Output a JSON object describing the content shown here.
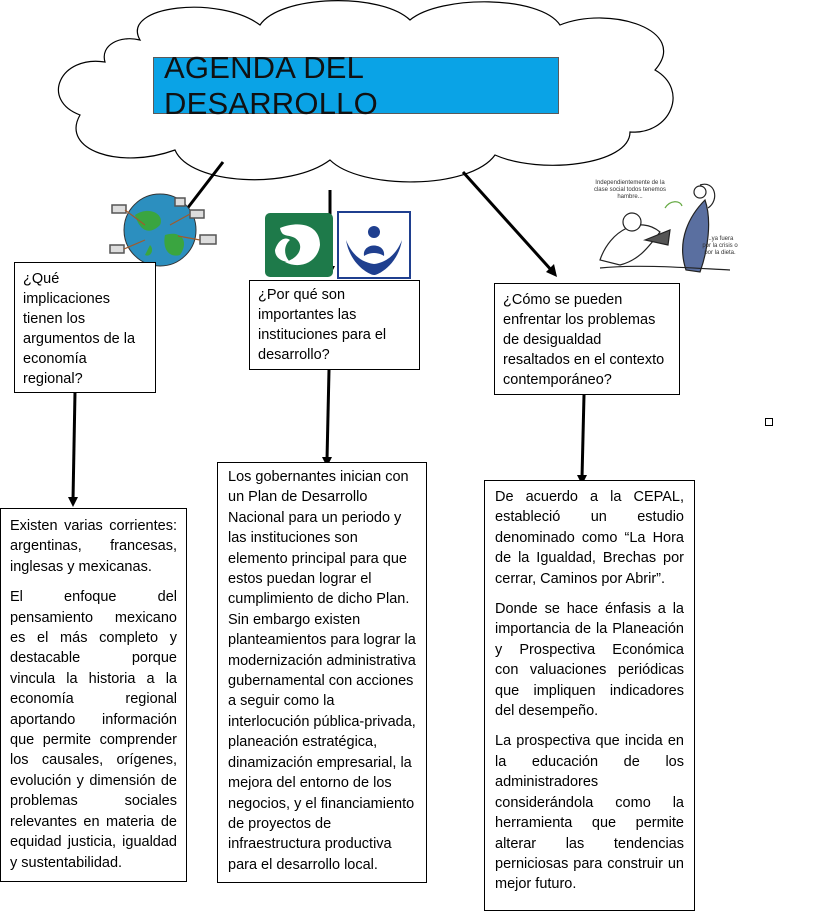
{
  "title": "AGENDA DEL DESARROLLO",
  "questions": {
    "q1": "¿Qué implicaciones tienen los argumentos de la economía regional?",
    "q2": "¿Por qué son importantes las instituciones para el desarrollo?",
    "q3": "¿Cómo se pueden enfrentar los problemas de desigualdad resaltados en el contexto contemporáneo?"
  },
  "answers": {
    "a1": {
      "p1": "Existen varias corrientes: argentinas, francesas, inglesas y mexicanas.",
      "p2": "El enfoque del pensamiento mexicano es el más completo y destacable porque vincula la historia a la economía regional aportando información que permite comprender los causales, orígenes, evolución y dimensión de problemas sociales relevantes en materia de equidad justicia, igualdad y sustentabilidad."
    },
    "a2": {
      "p1": "Los gobernantes inician con un Plan de Desarrollo Nacional para un periodo y las instituciones son elemento principal para que estos puedan lograr el cumplimiento de dicho Plan. Sin embargo existen planteamientos para lograr la modernización administrativa gubernamental con acciones a seguir como la interlocución pública-privada, planeación estratégica, dinamización empresarial, la mejora del entorno de los negocios, y el financiamiento de proyectos de infraestructura productiva para el desarrollo local."
    },
    "a3": {
      "p1": "De acuerdo a la CEPAL, estableció un estudio denominado como “La Hora de la Igualdad, Brechas por cerrar, Caminos por Abrir”.",
      "p2": "Donde se hace énfasis a la importancia de la Planeación y Prospectiva Económica con valuaciones periódicas que impliquen indicadores del desempeño.",
      "p3": "La prospectiva que incida en la educación de los administradores considerándola como la herramienta que permite alterar las tendencias perniciosas para construir un mejor futuro."
    }
  },
  "cartoon": {
    "caption_top": "Independientemente de la clase social todos tenemos hambre...",
    "caption_bottom": "...ya fuera por la crisis o por la dieta."
  },
  "colors": {
    "title_fill": "#0aa3e6",
    "imss_green": "#1e7a4a",
    "issste_blue": "#1f3f8f"
  },
  "icons": [
    "cloud",
    "globe-icon",
    "imss-logo",
    "issste-logo",
    "cartoon-illustration"
  ]
}
